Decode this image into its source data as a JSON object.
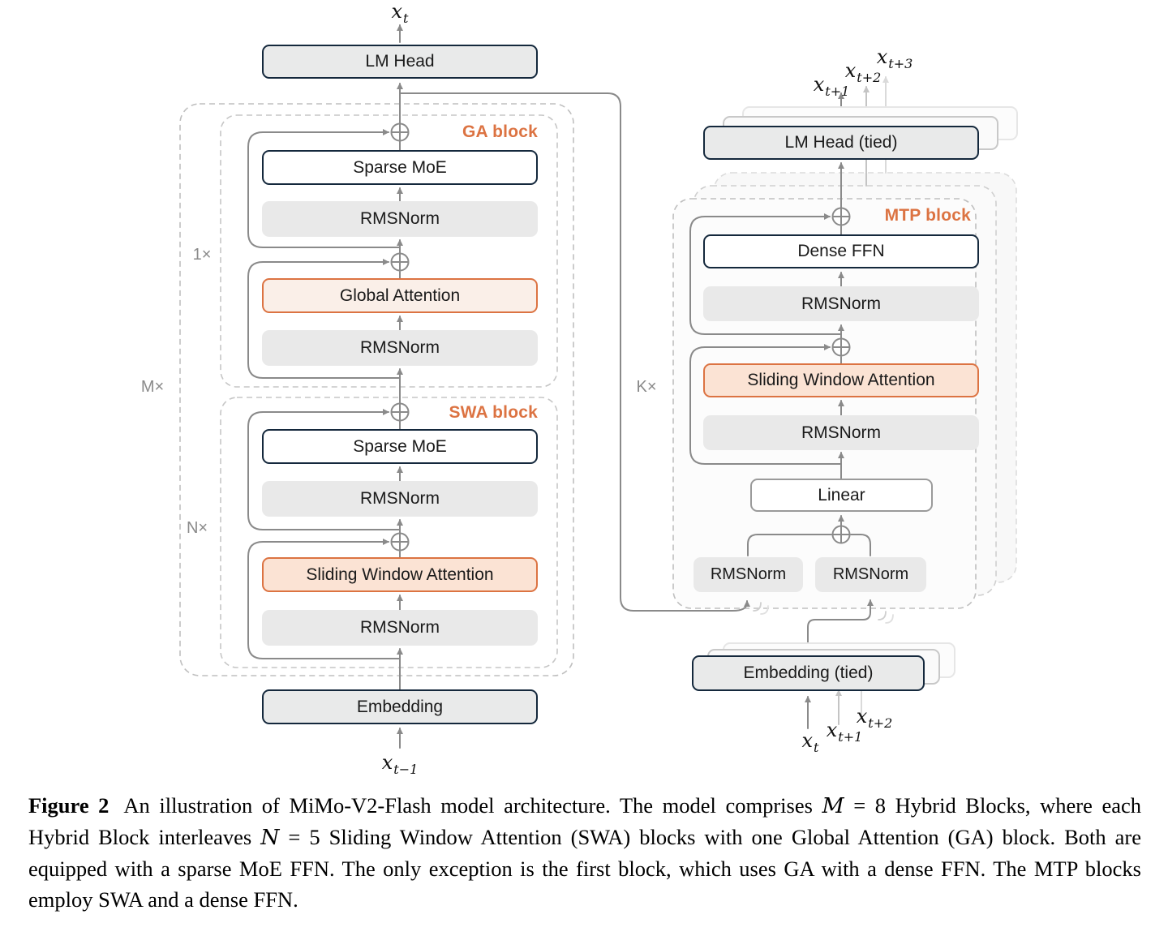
{
  "colors": {
    "accent_orange": "#DC7342",
    "orange_fill_light": "#FAEFE8",
    "orange_fill": "#FBE3D4",
    "navy_border": "#14283C",
    "grey_fill": "#E9E9E9",
    "line_grey": "#8A8A8A"
  },
  "blocks": {
    "lm_head": "LM Head",
    "lm_head_tied": "LM Head (tied)",
    "sparse_moe": "Sparse MoE",
    "rmsnorm": "RMSNorm",
    "global_attention": "Global Attention",
    "sliding_window_attention": "Sliding Window Attention",
    "dense_ffn": "Dense FFN",
    "linear": "Linear",
    "embedding": "Embedding",
    "embedding_tied": "Embedding (tied)"
  },
  "group_labels": {
    "ga": "GA block",
    "swa": "SWA block",
    "mtp": "MTP block"
  },
  "multipliers": {
    "one": "1×",
    "n": "N×",
    "m": "M×",
    "k": "K×"
  },
  "math": {
    "x": "x",
    "t": "t",
    "tm1": "t−1",
    "tp1": "t+1",
    "tp2": "t+2",
    "tp3": "t+3"
  },
  "caption": {
    "tag": "Figure 2",
    "s1": "An illustration of MiMo-V2-Flash model architecture. The model comprises ",
    "var_m": "M",
    "s2": " = 8 Hybrid Blocks, where each Hybrid Block interleaves ",
    "var_n": "N",
    "s3": " = 5 Sliding Window Attention (SWA) blocks with one Global Attention (GA) block. Both are equipped with a sparse MoE FFN. The only exception is the first block, which uses GA with a dense FFN. The MTP blocks employ SWA and a dense FFN."
  }
}
